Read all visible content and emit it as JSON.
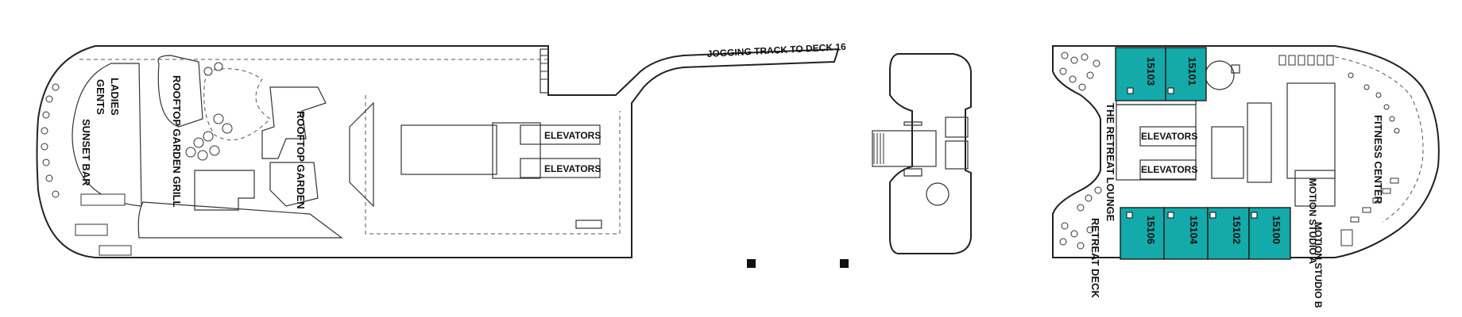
{
  "colors": {
    "cabin_fill": "#13aaa9",
    "line": "#222222",
    "background": "#ffffff"
  },
  "labels": {
    "jogging_track": "JOGGING TRACK TO DECK 16",
    "ladies": "LADIES",
    "gents": "GENTS",
    "sunset_bar": "SUNSET BAR",
    "rooftop_garden_grill": "ROOFTOP GARDEN GRILL",
    "rooftop_garden": "ROOFTOP GARDEN",
    "elevators_aft_1": "ELEVATORS",
    "elevators_aft_2": "ELEVATORS",
    "elevators_fwd_1": "ELEVATORS",
    "elevators_fwd_2": "ELEVATORS",
    "retreat_lounge": "THE RETREAT LOUNGE",
    "retreat_deck": "RETREAT DECK",
    "fitness_center": "FITNESS CENTER",
    "motion_studio_a": "MOTION STUDIO A",
    "motion_studio_b": "MOTION STUDIO B"
  },
  "cabins": [
    "15103",
    "15101",
    "15106",
    "15104",
    "15102",
    "15100"
  ],
  "legend_icons": [
    "square-marker-icon",
    "square-marker-icon"
  ]
}
